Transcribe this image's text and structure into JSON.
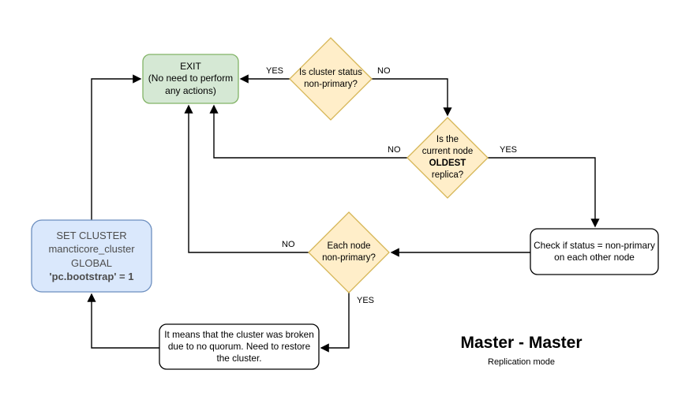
{
  "title": {
    "heading": "Master - Master",
    "subheading": "Replication mode"
  },
  "colors": {
    "decision_fill": "#ffeec9",
    "decision_stroke": "#d6b656",
    "terminal_fill": "#d5e8d4",
    "terminal_stroke": "#82b366",
    "action_fill": "#dae8fc",
    "action_stroke": "#6c8ebf",
    "process_fill": "#ffffff",
    "process_stroke": "#000000",
    "connector": "#000000",
    "action_text": "#4d4d4d"
  },
  "nodes": {
    "exit": {
      "lines": [
        "EXIT",
        "(No need to perform",
        "any actions)"
      ]
    },
    "cluster_status": {
      "lines": [
        "Is cluster status",
        "non-primary?"
      ]
    },
    "oldest_replica": {
      "lines": [
        "Is the",
        "current node",
        "OLDEST",
        "replica?"
      ],
      "bold_line": 2
    },
    "check_status": {
      "lines": [
        "Check if status = non-primary",
        "on each other node"
      ]
    },
    "each_node": {
      "lines": [
        "Each node",
        "non-primary?"
      ]
    },
    "broken_cluster": {
      "lines": [
        "It means that the cluster was broken",
        "due to no quorum. Need to restore",
        "the cluster."
      ]
    },
    "set_cluster": {
      "lines": [
        "SET CLUSTER",
        "mancticore_cluster",
        "GLOBAL",
        "'pc.bootstrap' = 1"
      ],
      "bold_line": 3
    }
  },
  "edge_labels": {
    "cluster_status_yes": "YES",
    "cluster_status_no": "NO",
    "oldest_replica_no": "NO",
    "oldest_replica_yes": "YES",
    "each_node_no": "NO",
    "each_node_yes": "YES"
  }
}
